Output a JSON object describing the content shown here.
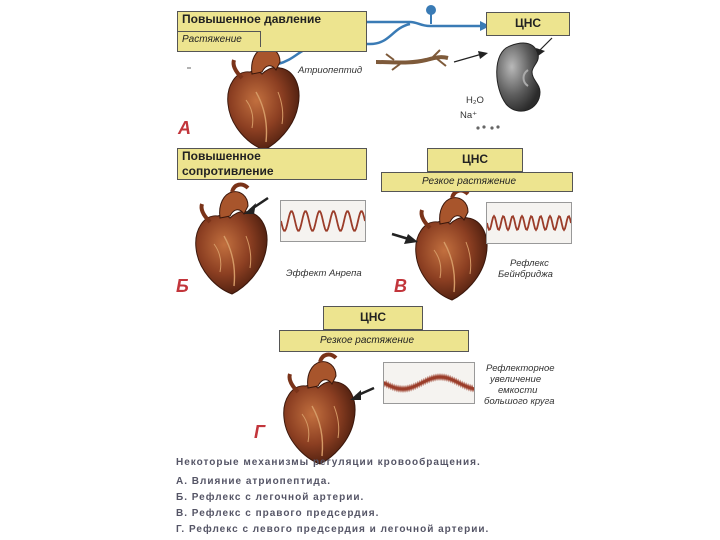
{
  "panel_a": {
    "title": "Повышенное давление",
    "subtitle": "Растяжение",
    "cns": "ЦНС",
    "peptide": "Атриопептид",
    "h2o": "H₂O",
    "na": "Na⁺",
    "letter": "А"
  },
  "panel_b": {
    "title_line1": "Повышенное",
    "title_line2": "сопротивление",
    "effect": "Эффект Анрепа",
    "letter": "Б"
  },
  "panel_v": {
    "cns": "ЦНС",
    "subtitle": "Резкое растяжение",
    "reflex_line1": "Рефлекс",
    "reflex_line2": "Бейнбриджа",
    "letter": "В"
  },
  "panel_g": {
    "cns": "ЦНС",
    "subtitle": "Резкое растяжение",
    "reflex_line1": "Рефлекторное",
    "reflex_line2": "увеличение",
    "reflex_line3": "емкости",
    "reflex_line4": "большого круга",
    "letter": "Г"
  },
  "caption": {
    "title": "Некоторые механизмы регуляции кровообращения.",
    "items": [
      "А. Влияние атриопептида.",
      "Б. Рефлекс с легочной артерии.",
      "В. Рефлекс с правого предсердия.",
      "Г. Рефлекс с левого предсердия и легочной артерии."
    ]
  },
  "colors": {
    "box_fill": "#ede48f",
    "nerve": "#3a7bb5",
    "heart": "#8c3f22",
    "wave": "#9b3d2a",
    "letters": "#c2353b"
  },
  "icons": [
    "heart-icon",
    "kidney-icon",
    "neuron-icon",
    "receptor-icon",
    "arrow-icon"
  ]
}
